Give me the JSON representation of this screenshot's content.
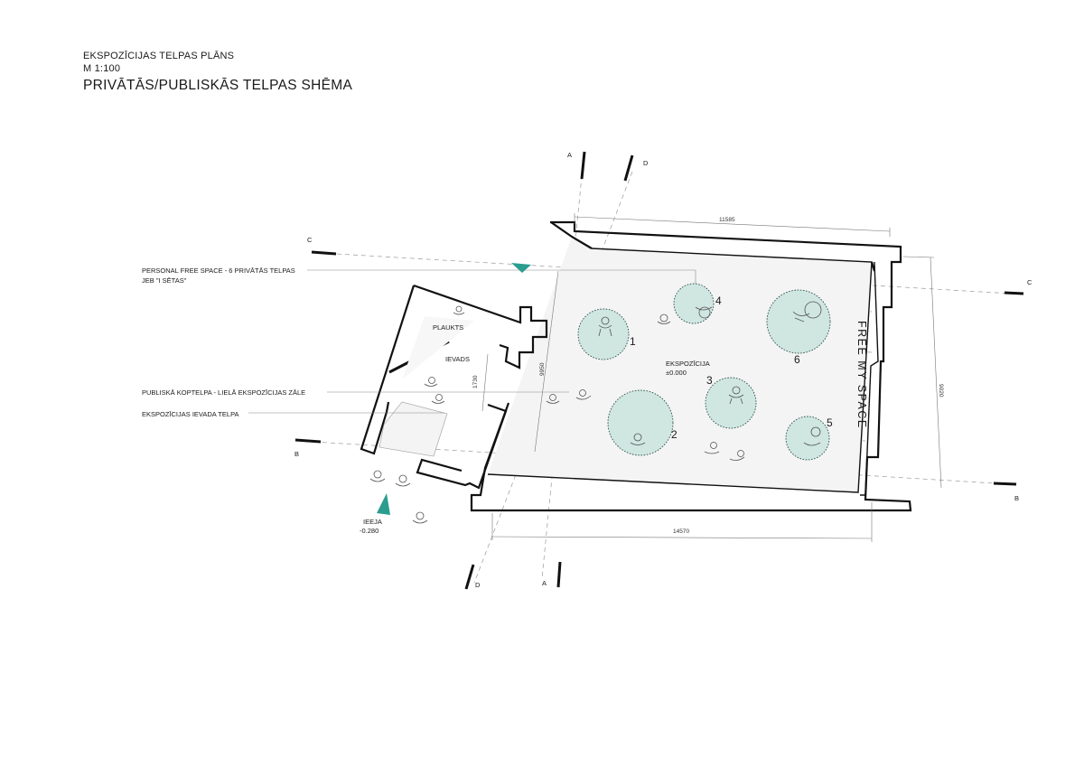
{
  "header": {
    "title_line1": "EKSPOZĪCIJAS TELPAS PLĀNS",
    "scale": "M 1:100",
    "title_main": "PRIVĀTĀS/PUBLISKĀS TELPAS SHĒMA"
  },
  "sections": {
    "a_top": "A",
    "a_bottom": "A",
    "b_left": "B",
    "b_right": "B",
    "c_left": "C",
    "c_right": "C",
    "d_top": "D",
    "d_bottom": "D"
  },
  "dimensions": {
    "top": "11585",
    "bottom": "14570",
    "right": "9020",
    "diagonal": "9950",
    "small": "1730"
  },
  "legend": {
    "personal_line1": "PERSONAL FREE SPACE  - 6 PRIVĀTĀS TELPAS",
    "personal_line2": "JEB \"I SĒTAS\"",
    "public_hall": "PUBLISKĀ KOPTELPA - LIELĀ  EKSPOZĪCIJAS ZĀLE",
    "entry_room": "EKSPOZĪCIJAS IEVADA TELPA"
  },
  "rooms": {
    "shelf": "PLAUKTS",
    "intro": "IEVADS",
    "exhibition": "EKSPOZĪCIJA",
    "exhibition_level": "±0.000",
    "entrance": "IEEJA",
    "entrance_level": "-0.280",
    "free_my_space": "FREE MY SPACE"
  },
  "pods": [
    "1",
    "2",
    "3",
    "4",
    "5",
    "6"
  ],
  "colors": {
    "pod_fill": "#cfe6e1",
    "marker_teal": "#2a9d8f"
  }
}
